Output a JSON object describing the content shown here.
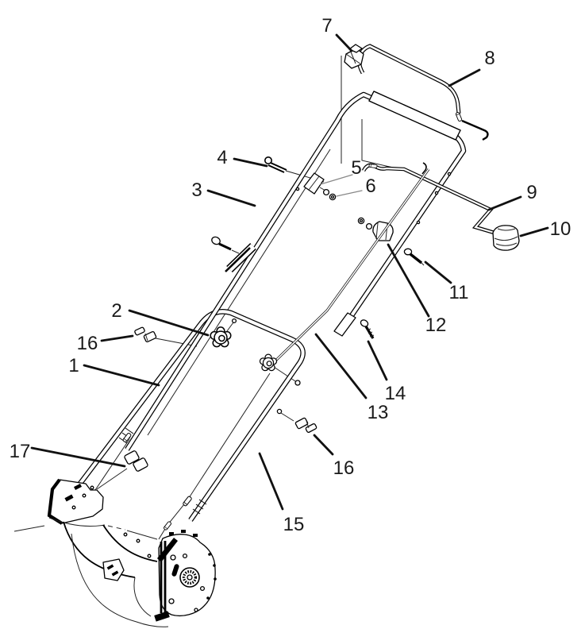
{
  "figure": {
    "kind": "exploded-parts-diagram",
    "subject": "tiller handle assembly",
    "colors": {
      "background": "#ffffff",
      "line": "#000000",
      "label": "#1a1a1a",
      "thin_leader": "#888888"
    }
  },
  "callouts": [
    {
      "label": "7",
      "part": "wire-clip"
    },
    {
      "label": "8",
      "part": "bail-lever"
    },
    {
      "label": "4",
      "part": "hairpin-cotter"
    },
    {
      "label": "3",
      "part": "upper-handle"
    },
    {
      "label": "5",
      "part": "cable-clamp"
    },
    {
      "label": "6",
      "part": "hex-nuts"
    },
    {
      "label": "9",
      "part": "shift-rod"
    },
    {
      "label": "10",
      "part": "shift-knob"
    },
    {
      "label": "11",
      "part": "clamp-bolt"
    },
    {
      "label": "12",
      "part": "rod-clamp"
    },
    {
      "label": "2",
      "part": "star-knob"
    },
    {
      "label": "16",
      "part": "cable-fitting-left"
    },
    {
      "label": "1",
      "part": "lower-handle"
    },
    {
      "label": "14",
      "part": "screw"
    },
    {
      "label": "13",
      "part": "lower-rod"
    },
    {
      "label": "16",
      "part": "cable-fitting-right"
    },
    {
      "label": "17",
      "part": "elbow-bolt"
    },
    {
      "label": "15",
      "part": "lower-handle-right-leg"
    }
  ]
}
